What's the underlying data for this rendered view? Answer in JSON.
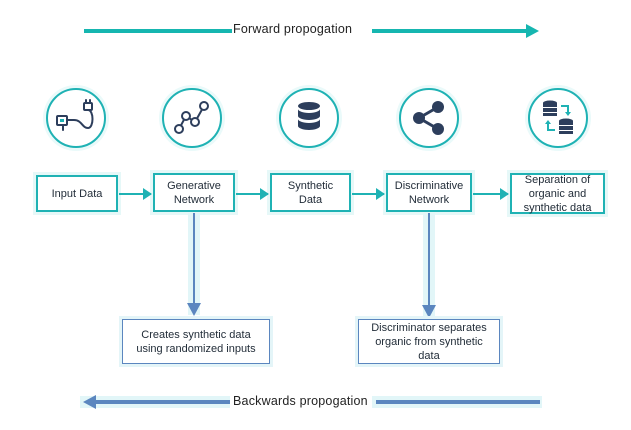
{
  "forward": {
    "label": "Forward propogation"
  },
  "backward": {
    "label": "Backwards propogation"
  },
  "nodes": [
    {
      "label": "Input Data",
      "icon": "usb-cable-icon"
    },
    {
      "label": "Generative\nNetwork",
      "icon": "node-graph-icon"
    },
    {
      "label": "Synthetic\nData",
      "icon": "database-icon"
    },
    {
      "label": "Discriminative\nNetwork",
      "icon": "share-icon"
    },
    {
      "label": "Separation of\norganic and\nsynthetic data",
      "icon": "database-transfer-icon"
    }
  ],
  "outputs": [
    {
      "label": "Creates synthetic data\nusing randomized inputs"
    },
    {
      "label": "Discriminator separates\norganic from synthetic\ndata"
    }
  ],
  "colors": {
    "teal": "#1fb2b4",
    "blue": "#5b86bf",
    "icon_dark": "#2d3e5c"
  }
}
